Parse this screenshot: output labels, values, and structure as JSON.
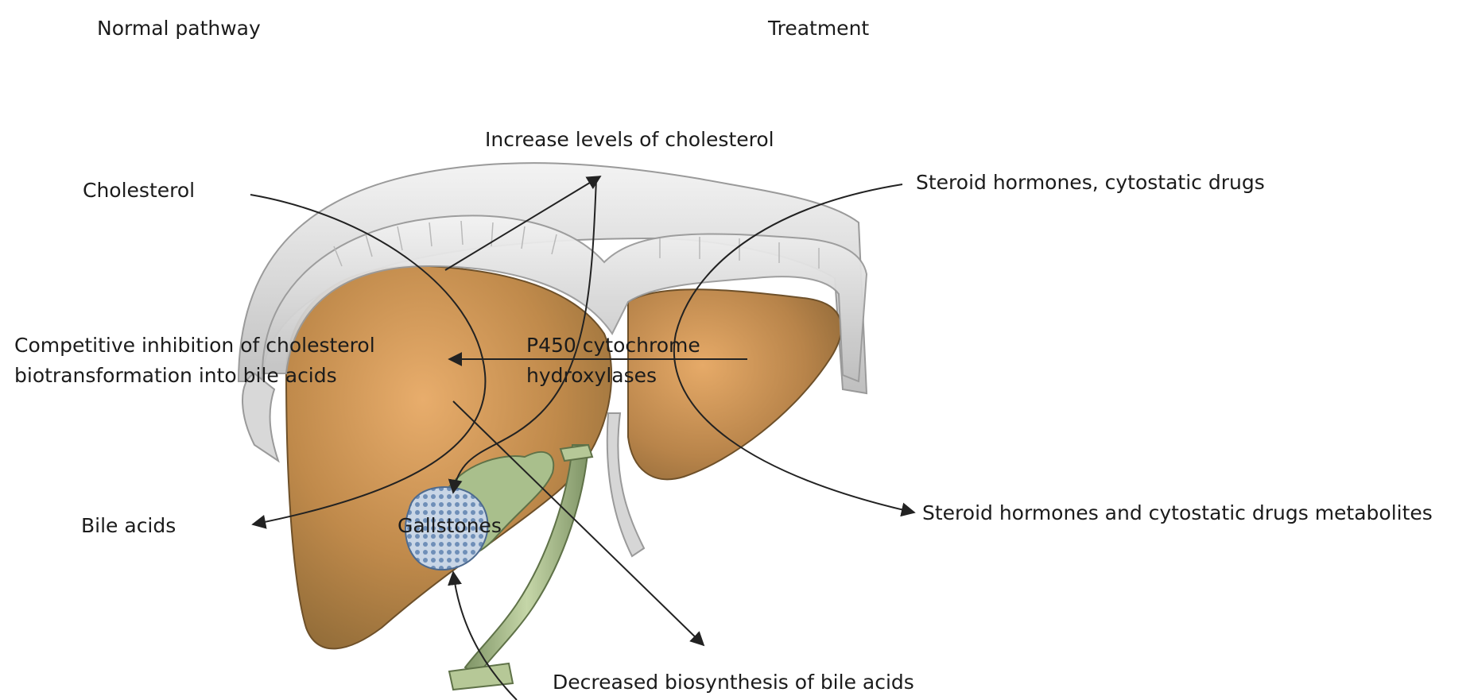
{
  "headers": {
    "left": "Normal pathway",
    "right": "Treatment"
  },
  "labels": {
    "increase_cholesterol": "Increase levels of cholesterol",
    "cholesterol": "Cholesterol",
    "steroid_hormones": "Steroid hormones, cytostatic drugs",
    "competitive_line1": "Competitive inhibition of cholesterol",
    "competitive_line2": "biotransformation into bile acids",
    "p450_line1": "P450 cytochrome",
    "p450_line2": "hydroxylases",
    "bile_acids": "Bile acids",
    "gallstones": "Gallstones",
    "metabolites": "Steroid hormones and cytostatic drugs metabolites",
    "decreased_biosynthesis": "Decreased biosynthesis of bile acids"
  },
  "colors": {
    "liver_light": "#e0a868",
    "liver_dark": "#8e6a37",
    "membrane": "#d9d9d9",
    "membrane_edge": "#9a9a9a",
    "gallbladder": "#a9bf8c",
    "gallstone": "#8fa8c9",
    "arrow": "#222222"
  }
}
